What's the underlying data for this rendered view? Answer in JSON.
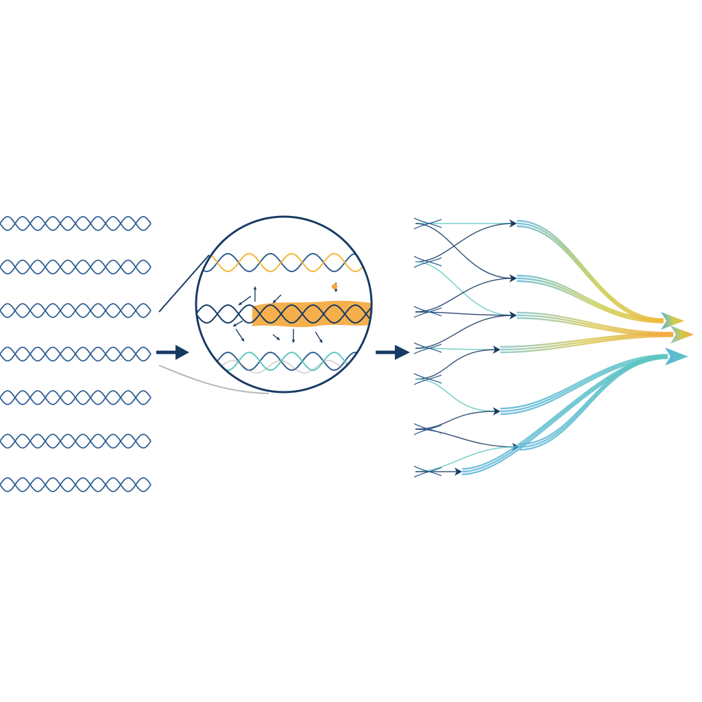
{
  "colors": {
    "background": "#ffffff",
    "navy": "#173a63",
    "helix_blue": "#2f5f92",
    "teal": "#5ec8bf",
    "sky": "#58b3d9",
    "yellow": "#f2b735",
    "orange": "#f4a83c",
    "green_yellow": "#b7cf4e",
    "gray": "#9a9a9a"
  },
  "panels": {
    "left": {
      "helix_count": 7,
      "periods_per_helix": 5
    },
    "middle": {
      "helix_count": 3,
      "highlight": "orange-band"
    },
    "right": {
      "input_strands": 7,
      "nodes": 7,
      "output_arrows": 3
    }
  },
  "icons": {
    "step_arrow_1": "right-arrow-icon",
    "step_arrow_2": "right-arrow-icon"
  }
}
